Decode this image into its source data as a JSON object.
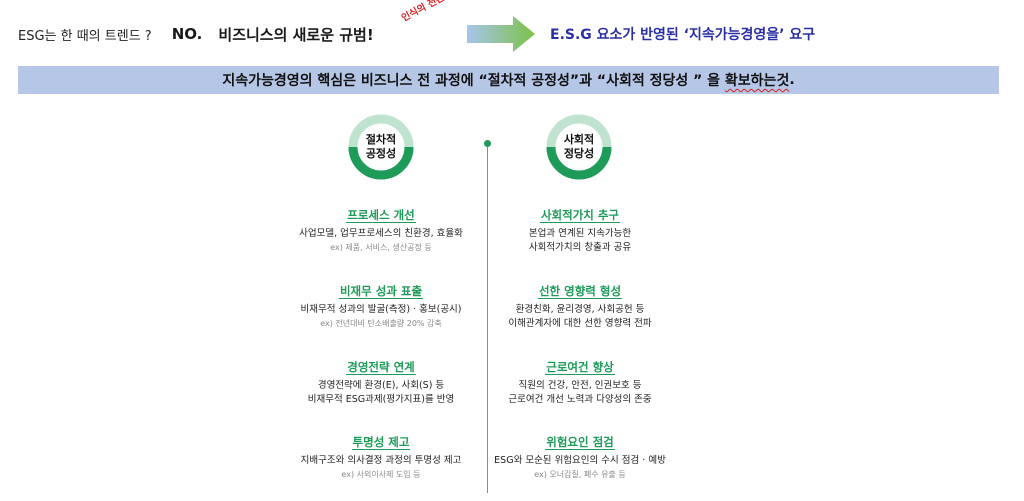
{
  "header": {
    "question": "ESG는 한 때의 트렌드 ?",
    "answer_no": "NO.",
    "new_rule": "비즈니스의 새로운 규범!",
    "stamp": "인식의 전환!!!!!!",
    "result": "E.S.G 요소가 반영된 ‘지속가능경영을’ 요구"
  },
  "banner": {
    "text_main": "지속가능경영의 핵심은 비즈니스 전 과정에 “절차적 공정성”과 “사회적 정당성 ” 을 ",
    "text_emph": "확보하는것",
    "text_end": "."
  },
  "colors": {
    "green": "#1e9b59",
    "light_green": "#bfe3cf",
    "banner_bg": "#b6c6e6",
    "accent_blue": "#2a2fa3",
    "stamp_red": "#d81f1f"
  },
  "left": {
    "ring_line1": "절차적",
    "ring_line2": "공정성",
    "items": [
      {
        "title": "프로세스 개선",
        "desc1": "사업모델, 업무프로세스의 친환경, 효율화",
        "desc2": "",
        "ex": "ex) 제품, 서비스, 생산공정 등"
      },
      {
        "title": "비재무 성과 표출",
        "desc1": "비재무적 성과의 발굴(측정) · 홍보(공시)",
        "desc2": "",
        "ex": "ex) 전년대비 탄소배출량 20% 감축"
      },
      {
        "title": "경영전략 연계",
        "desc1": "경영전략에 환경(E), 사회(S) 등",
        "desc2": "비재무적 ESG과제(평가지표)를 반영",
        "ex": ""
      },
      {
        "title": "투명성 제고",
        "desc1": "지배구조와 의사결정 과정의 투명성 제고",
        "desc2": "",
        "ex": "ex) 사외이사제 도입 등"
      }
    ]
  },
  "right": {
    "ring_line1": "사회적",
    "ring_line2": "정당성",
    "items": [
      {
        "title": "사회적가치 추구",
        "desc1": "본업과 연계된 지속가능한",
        "desc2": "사회적가치의 창출과 공유",
        "ex": ""
      },
      {
        "title": "선한 영향력 형성",
        "desc1": "환경친화, 윤리경영, 사회공헌 등",
        "desc2": "이해관계자에 대한 선한 영향력 전파",
        "ex": ""
      },
      {
        "title": "근로여건 향상",
        "desc1": "직원의 건강, 안전, 인권보호 등",
        "desc2": "근로여건 개선 노력과 다양성의 존중",
        "ex": ""
      },
      {
        "title": "위험요인 점검",
        "desc1": "ESG와 모순된 위험요인의 수시 점검 · 예방",
        "desc2": "",
        "ex": "ex) 오너갑질, 폐수 유출 등"
      }
    ]
  }
}
